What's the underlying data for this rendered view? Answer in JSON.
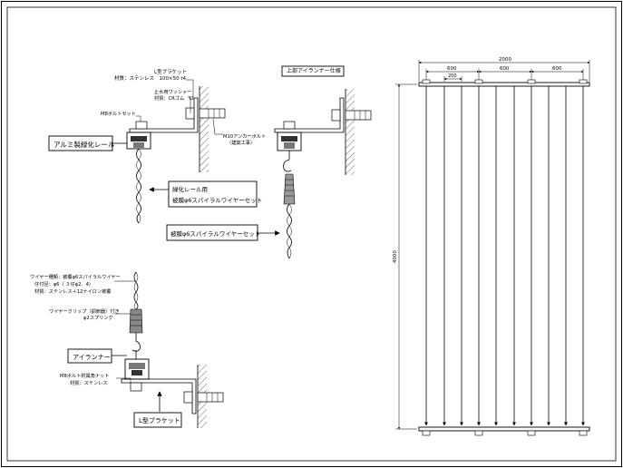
{
  "left_detail": {
    "bracket_label_line1": "L型ブラケット",
    "bracket_label_line2": "材質：ステンレス　100×50 t4",
    "washer_label_line1": "止水用ワッシャー",
    "washer_label_line2": "材質：CRゴム　t2",
    "bolt_label": "M8ボルトセット",
    "anchor_label_line1": "M10アンカーボルト",
    "anchor_label_line2": "（建築工事）",
    "rail_callout": "アルミ製緑化レール",
    "wire_callout_line1": "緑化レール用",
    "wire_callout_line2": "被膜φ6スパイラルワイヤーセット"
  },
  "upper_runner": {
    "title": "上部アイランナー仕様",
    "wire_callout": "被膜φ6スパイラルワイヤーセット"
  },
  "bottom_detail": {
    "spec_line1": "ワイヤー種類：被覆φ6スパイラルワイヤー",
    "spec_line2": "仔付径：φ6（ ３仔φ2．4）",
    "spec_line3": "材質：ステンレス＋12ナイロン被覆",
    "clip_line1": "ワイヤークリップ（調節器）付き",
    "clip_line2": "φ2スプリング",
    "runner_callout": "アイランナー",
    "nut_line1": "M8ボルト附属角ナット",
    "nut_line2": "材質：ステンレス",
    "bracket_callout": "L型ブラケット"
  },
  "elevation": {
    "total_width": "2000",
    "span_1": "600",
    "span_2": "600",
    "span_3": "600",
    "sub_span": "200",
    "height": "4000"
  }
}
